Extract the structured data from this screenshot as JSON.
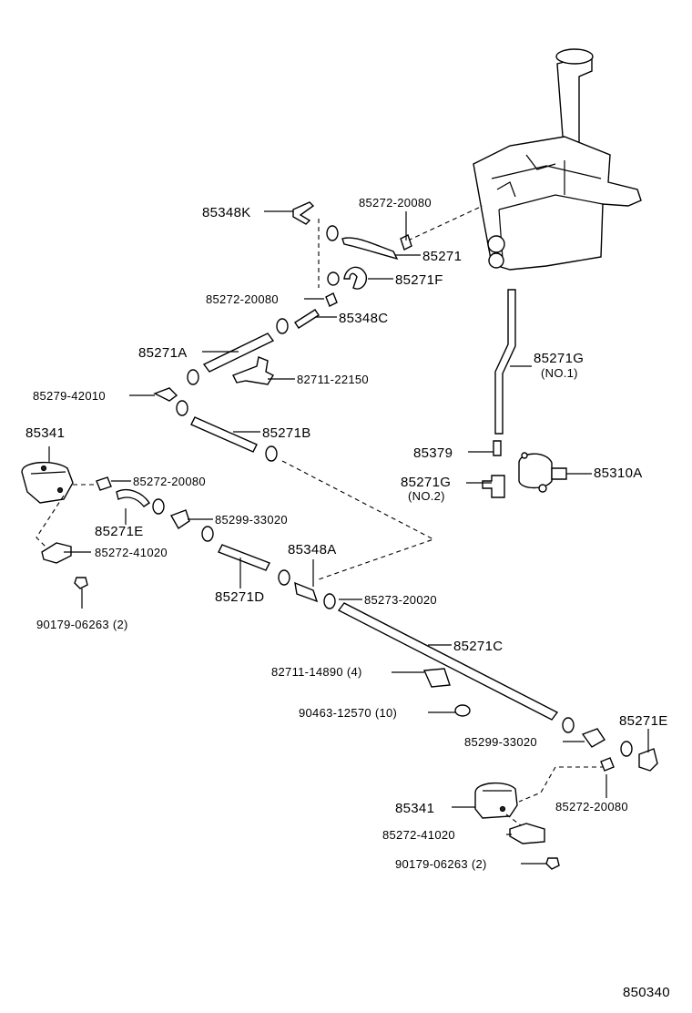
{
  "diagram": {
    "labels": {
      "p85348K": "85348K",
      "p85272_20080_top": "85272-20080",
      "p85271": "85271",
      "p85271F": "85271F",
      "p85272_20080_b": "85272-20080",
      "p85348C": "85348C",
      "p85271A": "85271A",
      "p82711_22150": "82711-22150",
      "p85279_42010": "85279-42010",
      "p85271G_1": "85271G",
      "p85271G_1_note": "(NO.1)",
      "p85341_left": "85341",
      "p85271B": "85271B",
      "p85379": "85379",
      "p85271G_2": "85271G",
      "p85271G_2_note": "(NO.2)",
      "p85310A": "85310A",
      "p85272_20080_left": "85272-20080",
      "p85271E_left": "85271E",
      "p85299_33020_left": "85299-33020",
      "p85272_41020_left": "85272-41020",
      "p85348A": "85348A",
      "p85271D": "85271D",
      "p85273_20020": "85273-20020",
      "p90179_06263_left": "90179-06263 (2)",
      "p85271C": "85271C",
      "p82711_14890": "82711-14890 (4)",
      "p90463_12570": "90463-12570 (10)",
      "p85271E_right": "85271E",
      "p85299_33020_right": "85299-33020",
      "p85341_right": "85341",
      "p85272_20080_right": "85272-20080",
      "p85272_41020_right": "85272-41020",
      "p90179_06263_right": "90179-06263 (2)",
      "figure_code": "850340"
    }
  }
}
